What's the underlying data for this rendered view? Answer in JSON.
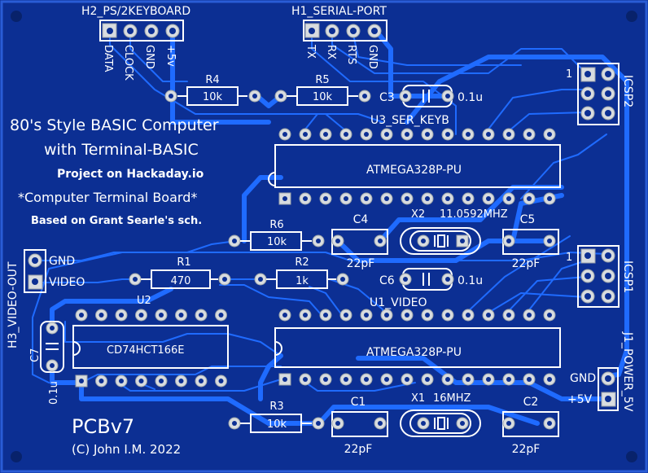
{
  "board": {
    "background": "#0c2f93",
    "copper": "#1f6bff",
    "silkscreen": "#ffffff",
    "pad": "#d8dcdf"
  },
  "title": {
    "line1": "80's Style BASIC Computer",
    "line2": "with Terminal-BASIC",
    "line3": "Project on Hackaday.io",
    "line4": "*Computer Terminal Board*",
    "line5": "Based on Grant Searle's sch."
  },
  "footer": {
    "version": "PCBv7",
    "copyright": "(C) John I.M. 2022"
  },
  "headers": {
    "h2": {
      "name": "H2_PS/2KEYBOARD",
      "pins": [
        "DATA",
        "CLOCK",
        "GND",
        "+5v"
      ]
    },
    "h1": {
      "name": "H1_SERIAL-PORT",
      "pins": [
        "TX",
        "RX",
        "RTS",
        "GND"
      ]
    },
    "h3": {
      "name": "H3_VIDEO-OUT",
      "pins": [
        "GND",
        "VIDEO"
      ]
    },
    "j1": {
      "name": "J1_POWER_5V",
      "pins": [
        "GND",
        "+5V"
      ]
    },
    "icsp2": {
      "name": "ICSP2",
      "pin1": "1"
    },
    "icsp1": {
      "name": "ICSP1",
      "pin1": "1"
    }
  },
  "components": {
    "r4": {
      "ref": "R4",
      "value": "10k"
    },
    "r5": {
      "ref": "R5",
      "value": "10k"
    },
    "r6": {
      "ref": "R6",
      "value": "10k"
    },
    "r1": {
      "ref": "R1",
      "value": "470"
    },
    "r2": {
      "ref": "R2",
      "value": "1k"
    },
    "r3": {
      "ref": "R3",
      "value": "10k"
    },
    "c3": {
      "ref": "C3",
      "value": "0.1u"
    },
    "c6": {
      "ref": "C6",
      "value": "0.1u"
    },
    "c7": {
      "ref": "C7",
      "value": "0.1u"
    },
    "c4": {
      "ref": "C4",
      "value": "22pF"
    },
    "c5": {
      "ref": "C5",
      "value": "22pF"
    },
    "c1": {
      "ref": "C1",
      "value": "22pF"
    },
    "c2": {
      "ref": "C2",
      "value": "22pF"
    },
    "x2": {
      "ref": "X2",
      "value": "11.0592MHZ"
    },
    "x1": {
      "ref": "X1",
      "value": "16MHZ"
    },
    "u3": {
      "ref": "U3_SER_KEYB",
      "value": "ATMEGA328P-PU"
    },
    "u1": {
      "ref": "U1_VIDEO",
      "value": "ATMEGA328P-PU"
    },
    "u2": {
      "ref": "U2",
      "value": "CD74HCT166E"
    }
  }
}
